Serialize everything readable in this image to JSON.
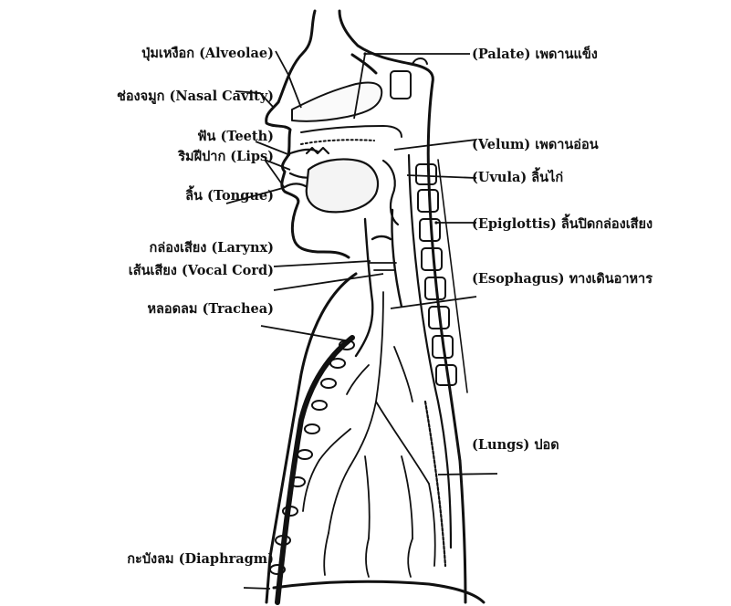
{
  "labels": {
    "alveolae": "ปุ่มเหงือก (Alveolae)",
    "nasal_cavity": "ช่องจมูก (Nasal Cavity)",
    "teeth": "ฟัน (Teeth)",
    "lips": "ริมฝีปาก (Lips)",
    "tongue": "ลิ้น (Tongue)",
    "larynx": "กล่องเสียง (Larynx)",
    "vocal_cord": "เส้นเสียง (Vocal Cord)",
    "trachea": "หลอดลม (Trachea)",
    "diaphragm": "กะบังลม (Diaphragm)",
    "palate": "(Palate) เพดานแข็ง",
    "velum": "(Velum) เพดานอ่อน",
    "uvula": "(Uvula) ลิ้นไก่",
    "epiglottis": "(Epiglottis) ลิ้นปิดกล่องเสียง",
    "esophagus": "(Esophagus) ทางเดินอาหาร",
    "lungs": "(Lungs) ปอด"
  }
}
